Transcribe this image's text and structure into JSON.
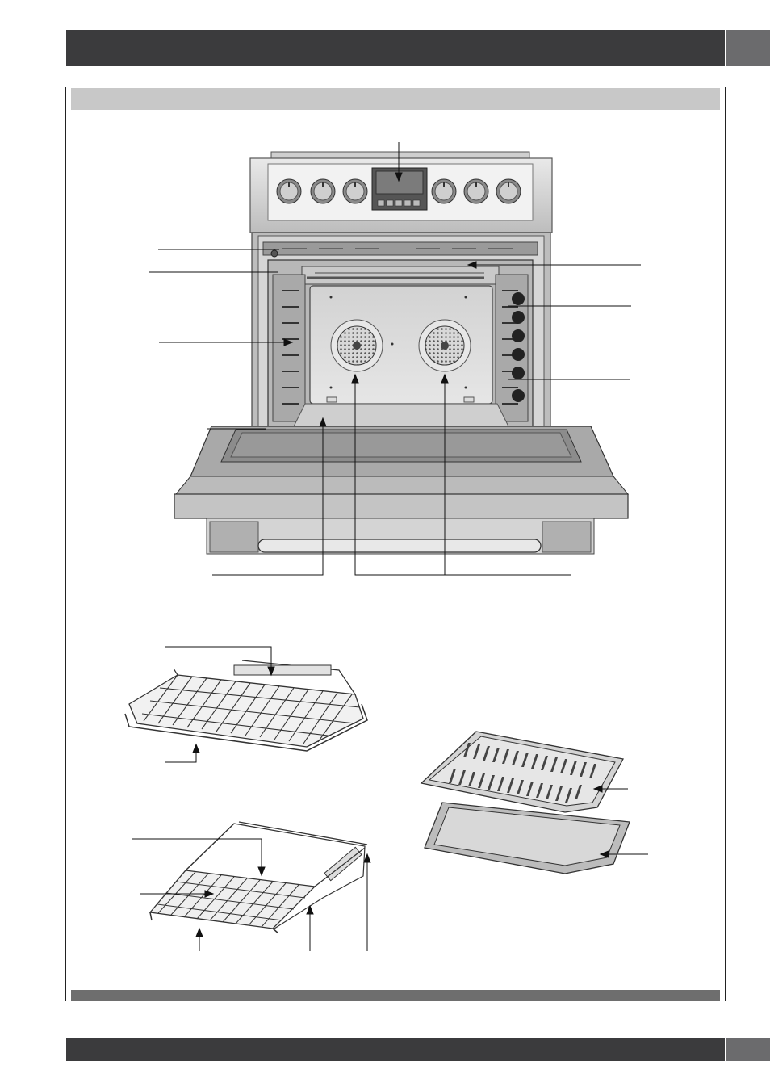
{
  "page": {
    "colors": {
      "header_bar": "#3b3b3d",
      "header_tab": "#6b6b6d",
      "section_header": "#c8c8c8",
      "footer_strip": "#6e6e6e",
      "line": "#111111"
    }
  },
  "figures": {
    "oven": {
      "icon": "range-oven-open-door"
    },
    "oven_rack": {
      "icon": "wire-rack"
    },
    "telescopic_rack": {
      "icon": "telescopic-rack"
    },
    "broil_pan": {
      "icon": "broil-pan-and-grid"
    }
  }
}
